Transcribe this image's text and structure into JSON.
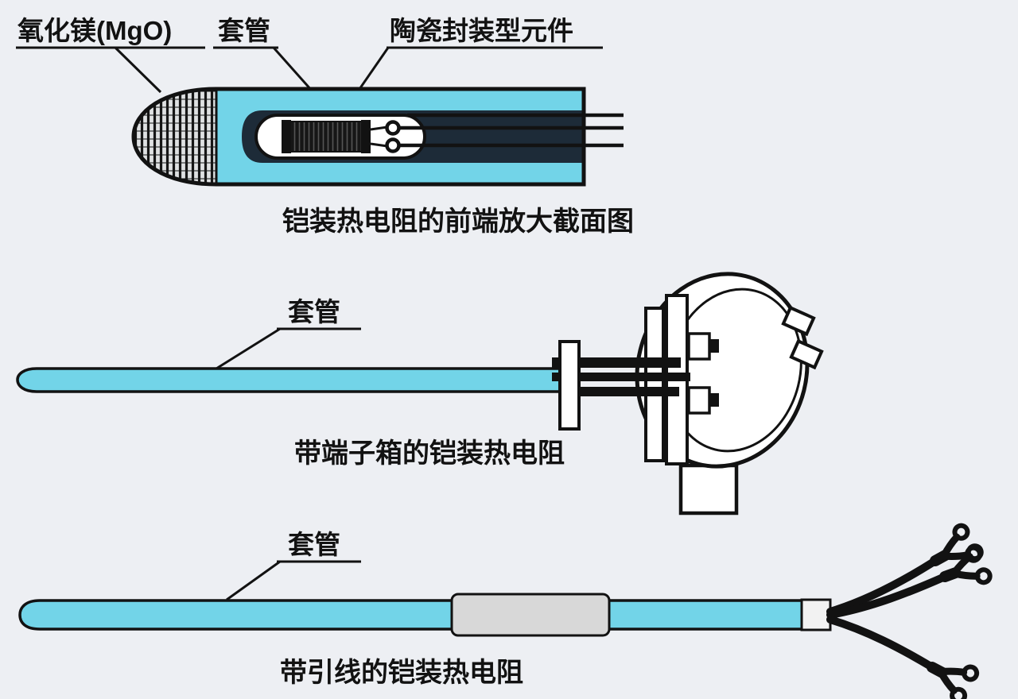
{
  "background": "#edeff3",
  "colors": {
    "tube": "#72d4e8",
    "inner_dark": "#1d2b38",
    "sleeve": "#d8d8d8",
    "outline": "#121212"
  },
  "figure1": {
    "label_mgo": "氧化镁(MgO)",
    "label_sheath": "套管",
    "label_ceramic": "陶瓷封装型元件",
    "caption": "铠装热电阻的前端放大截面图"
  },
  "figure2": {
    "label_sheath": "套管",
    "caption": "带端子箱的铠装热电阻"
  },
  "figure3": {
    "label_sheath": "套管",
    "caption": "带引线的铠装热电阻"
  }
}
